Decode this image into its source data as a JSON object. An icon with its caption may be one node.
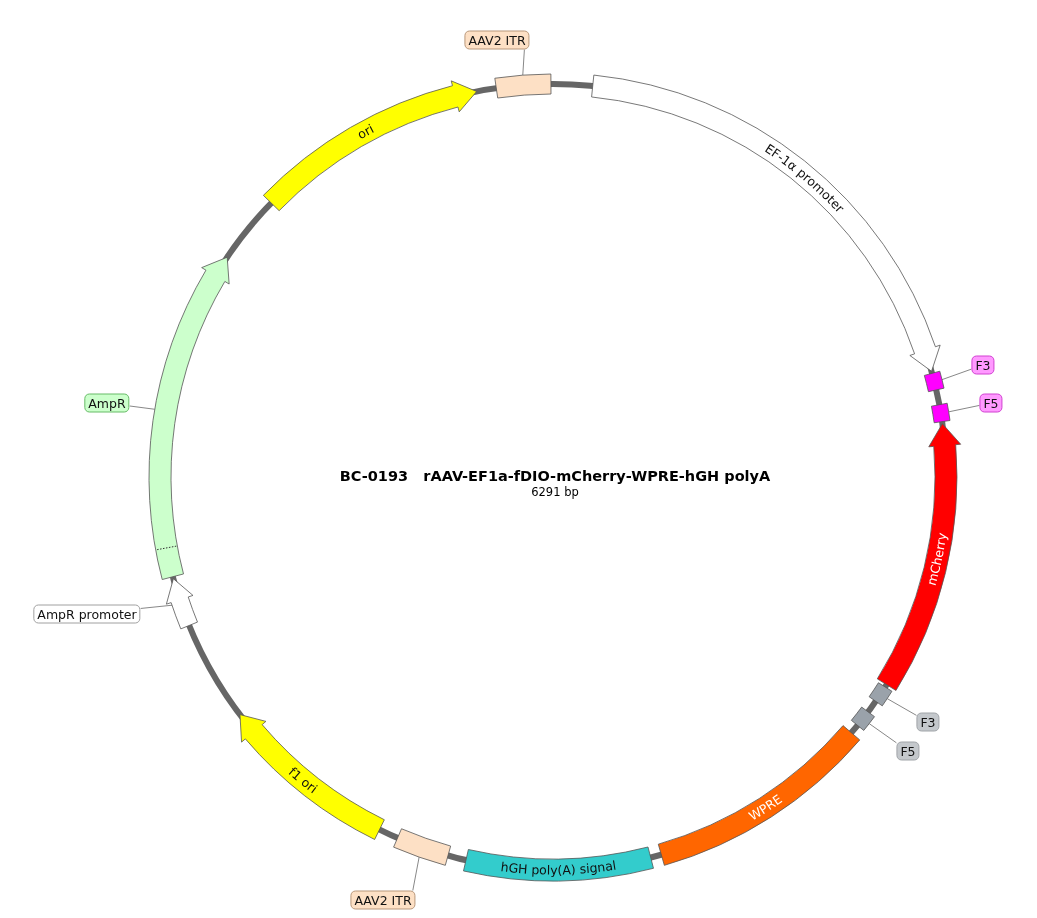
{
  "diagram": {
    "title": "BC-0193   rAAV-EF1a-fDIO-mCherry-WPRE-hGH polyA",
    "nodes": [
      {
        "text": [
          "AAV2 ITR"
        ]
      },
      {
        "text": [],
        "shape": "box"
      },
      {
        "text": [
          "EF-1α promoter"
        ]
      },
      {
        "text": [
          "F3"
        ]
      },
      {
        "text": [],
        "shape": "box"
      },
      {
        "text": [
          "F5"
        ]
      },
      {
        "text": [],
        "shape": "box"
      },
      {
        "text": [
          "mCherry"
        ]
      },
      {
        "text": [],
        "shape": "box"
      },
      {
        "text": [
          "F3"
        ]
      },
      {
        "text": [],
        "shape": "box"
      },
      {
        "text": [
          "F5"
        ]
      },
      {
        "text": [
          "WPRE"
        ]
      },
      {
        "text": [
          "hGH poly(A) signal"
        ]
      },
      {
        "text": [],
        "shape": "box"
      },
      {
        "text": [
          "AAV2 ITR"
        ]
      },
      {
        "text": [
          "f1 ori"
        ]
      },
      {
        "text": [],
        "shape": "arrow"
      },
      {
        "text": [
          "AmpR promoter"
        ]
      },
      {
        "text": [],
        "shape": "arrow"
      },
      {
        "text": [
          "AmpR"
        ]
      },
      {
        "text": [
          "ori"
        ]
      }
    ],
    "edges": [
      {
        "from": 0,
        "to": 1,
        "arrow": "none"
      },
      {
        "from": 3,
        "to": 4,
        "arrow": "none"
      },
      {
        "from": 5,
        "to": 6,
        "arrow": "none"
      },
      {
        "from": 9,
        "to": 8,
        "arrow": "none"
      },
      {
        "from": 11,
        "to": 10,
        "arrow": "none"
      },
      {
        "from": 15,
        "to": 14,
        "arrow": "none"
      },
      {
        "from": 18,
        "to": 17,
        "arrow": "none"
      },
      {
        "from": 20,
        "to": 19,
        "arrow": "none"
      }
    ],
    "labels": [
      "6291 bp"
    ]
  }
}
